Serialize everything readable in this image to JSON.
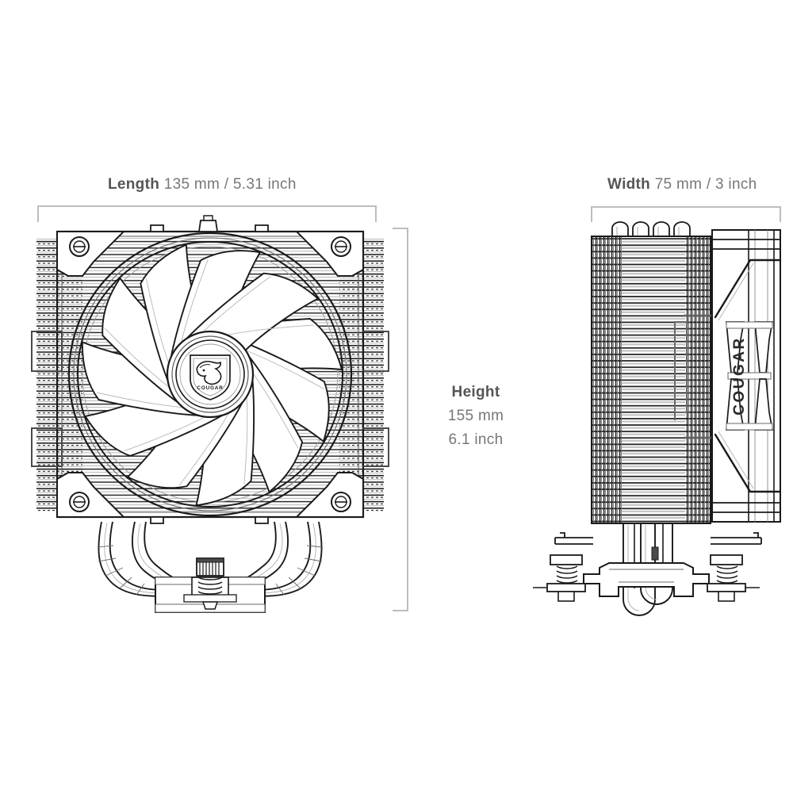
{
  "meta": {
    "subject": "CPU air cooler technical dimension drawing",
    "brand": "COUGAR",
    "background_color": "#ffffff",
    "line_color": "#1a1a1a",
    "label_name_color": "#555555",
    "label_value_color": "#777777"
  },
  "dimensions": {
    "length": {
      "name": "Length",
      "value": "135 mm / 5.31 inch",
      "mm": 135,
      "inch": 5.31
    },
    "width": {
      "name": "Width",
      "value": "75 mm / 3 inch",
      "mm": 75,
      "inch": 3
    },
    "height": {
      "name": "Height",
      "value_mm": "155 mm",
      "value_inch": "6.1 inch",
      "mm": 155,
      "inch": 6.1
    }
  },
  "views": {
    "front": {
      "name": "front-view",
      "fan_blade_count": 11,
      "heatsink_fin_count": 42,
      "corner_screw_count": 4,
      "hub_logo_text": "COUGAR",
      "heatpipe_count": 4,
      "base_thumbscrew": "knurled-thumbscrew"
    },
    "side": {
      "name": "side-view",
      "heatpipe_tops": 4,
      "fin_rows": 45,
      "fan_frame_text": "COUGAR",
      "spring_screws": 2
    }
  },
  "icons": {
    "length_bracket": "dimension-bracket-horizontal",
    "width_bracket": "dimension-bracket-horizontal",
    "height_bracket": "dimension-bracket-vertical"
  }
}
